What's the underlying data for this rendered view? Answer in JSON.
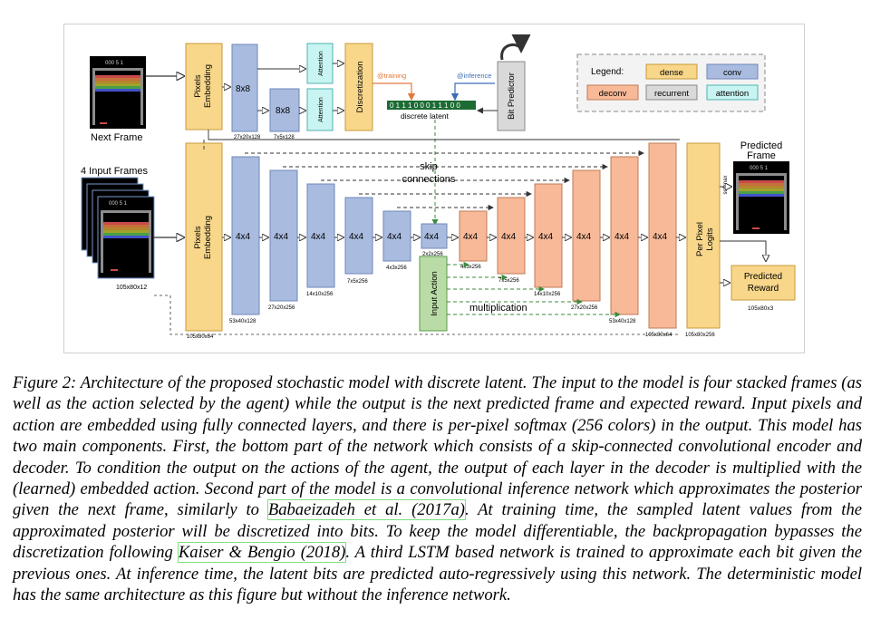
{
  "figure": {
    "labels": {
      "next_frame": "Next Frame",
      "input_frames": "4 Input Frames",
      "input_dims": "105x80x12",
      "predicted_frame": "Predicted\nFrame",
      "predicted_reward": "Predicted\nReward",
      "reward_dims": "105x80x3",
      "pixels_embedding": "Pixels\nEmbedding",
      "discretization": "Discretization",
      "attention": "Attention",
      "bit_predictor": "Bit Predictor",
      "at_training": "@training",
      "at_inference": "@inference",
      "latent_bits": "0 1 1 1 0 0 0 1 1 1 0 0",
      "discrete_latent": "discrete latent",
      "skip_connections": "skip\nconnections",
      "multiplication": "multiplication",
      "input_action": "Input Action",
      "per_pixel_logits": "Per Pixel\nLogits",
      "softmax": "softmax",
      "k8": "8x8",
      "k4": "4x4",
      "inference_dims_1": "27x20x128",
      "inference_dims_2": "7x5x128",
      "embed_dims": "105x80x64",
      "encoder_dims": [
        "53x40x128",
        "27x20x256",
        "14x10x256",
        "7x5x256",
        "4x3x256",
        "2x2x256"
      ],
      "decoder_dims": [
        "4x3x256",
        "7x5x256",
        "14x10x256",
        "27x20x256",
        "53x40x128",
        "105x80x64",
        "105x80x256"
      ]
    },
    "legend": {
      "title": "Legend:",
      "items": [
        {
          "label": "dense",
          "color": "#f8d78a"
        },
        {
          "label": "conv",
          "color": "#a9bce0"
        },
        {
          "label": "deconv",
          "color": "#f7b998"
        },
        {
          "label": "recurrent",
          "color": "#d9d9d9"
        },
        {
          "label": "attention",
          "color": "#c8f4f2"
        }
      ]
    },
    "colors": {
      "dense": "#f8d78a",
      "conv": "#a9bce0",
      "deconv": "#f7b998",
      "attention": "#c8f4f2",
      "recurrent": "#d9d9d9",
      "action": "#b9dca6",
      "training_arrow": "#e27a3a",
      "inference_arrow": "#3b6fb5",
      "skip_arrow": "#3d8a3d"
    }
  },
  "caption": {
    "p1": "Figure 2: Architecture of the proposed stochastic model with discrete latent. The input to the model is four stacked frames (as well as the action selected by the agent) while the output is the next predicted frame and expected reward. Input pixels and action are embedded using fully connected layers, and there is per-pixel softmax (256 colors) in the output. This model has two main components. First, the bottom part of the network which consists of a skip-connected convolutional encoder and decoder. To condition the output on the actions of the agent, the output of each layer in the decoder is multiplied with the (learned) embedded action. Second part of the model is a convolutional inference network which approximates the posterior given the next frame, similarly to ",
    "cite1": "Babaeizadeh et al. (2017a)",
    "p2": ". At training time, the sampled latent values from the approximated posterior will be discretized into bits. To keep the model differentiable, the backpropagation bypasses the discretization following ",
    "cite2": "Kaiser & Bengio (2018)",
    "p3": ". A third LSTM based network is trained to approximate each bit given the previous ones. At inference time, the latent bits are predicted auto-regressively using this network. The deterministic model has the same architecture as this figure but without the inference network."
  }
}
